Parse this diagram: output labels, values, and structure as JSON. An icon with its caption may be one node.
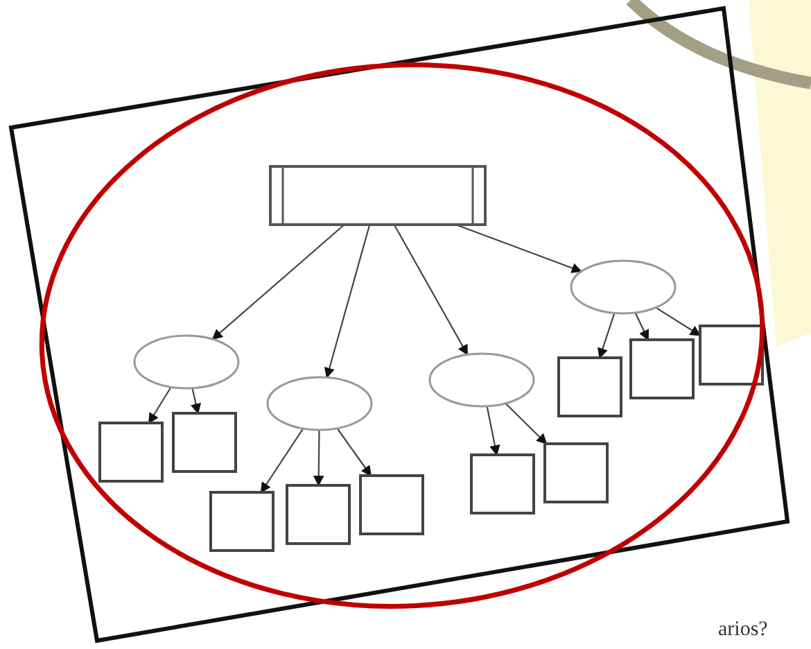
{
  "diagram": {
    "nodes": [
      {
        "text": [],
        "shape": "box"
      },
      {
        "text": [],
        "shape": "ellipse"
      },
      {
        "text": [],
        "shape": "ellipse"
      },
      {
        "text": [],
        "shape": "ellipse"
      },
      {
        "text": [],
        "shape": "ellipse"
      },
      {
        "text": [],
        "shape": "box"
      },
      {
        "text": [],
        "shape": "box"
      },
      {
        "text": [],
        "shape": "box"
      },
      {
        "text": [],
        "shape": "box"
      },
      {
        "text": [],
        "shape": "box"
      },
      {
        "text": [],
        "shape": "box"
      },
      {
        "text": [],
        "shape": "box"
      },
      {
        "text": [],
        "shape": "box"
      },
      {
        "text": [],
        "shape": "box"
      },
      {
        "text": [],
        "shape": "box"
      }
    ],
    "edges": [
      {
        "from": 0,
        "to": 1,
        "arrow": "to"
      },
      {
        "from": 0,
        "to": 2,
        "arrow": "to"
      },
      {
        "from": 0,
        "to": 3,
        "arrow": "to"
      },
      {
        "from": 0,
        "to": 4,
        "arrow": "to"
      },
      {
        "from": 1,
        "to": 5,
        "arrow": "to"
      },
      {
        "from": 1,
        "to": 6,
        "arrow": "to"
      },
      {
        "from": 2,
        "to": 7,
        "arrow": "to"
      },
      {
        "from": 2,
        "to": 8,
        "arrow": "to"
      },
      {
        "from": 2,
        "to": 9,
        "arrow": "to"
      },
      {
        "from": 3,
        "to": 10,
        "arrow": "to"
      },
      {
        "from": 3,
        "to": 11,
        "arrow": "to"
      },
      {
        "from": 4,
        "to": 12,
        "arrow": "to"
      },
      {
        "from": 4,
        "to": 13,
        "arrow": "to"
      },
      {
        "from": 4,
        "to": 14,
        "arrow": "to"
      }
    ],
    "labels": [
      "arios?"
    ]
  }
}
